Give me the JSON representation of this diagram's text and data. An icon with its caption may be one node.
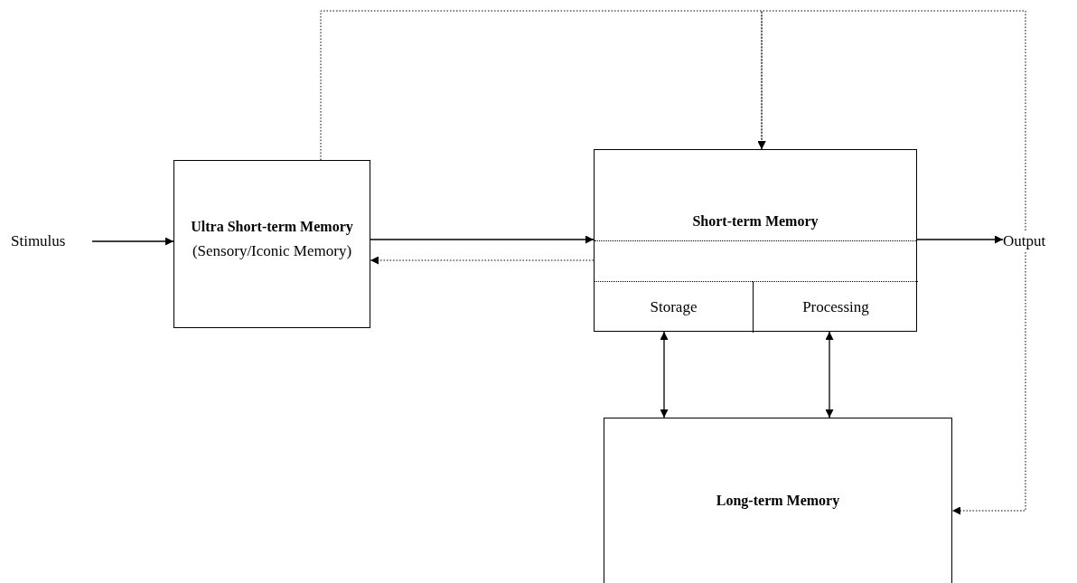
{
  "diagram": {
    "nodes": [
      {
        "text": [
          "Stimulus"
        ]
      },
      {
        "text": [
          "Ultra Short-term Memory",
          "(Sensory/Iconic Memory)"
        ]
      },
      {
        "text": [
          "Short-term Memory"
        ]
      },
      {
        "text": [
          "Storage"
        ],
        "in": 2
      },
      {
        "text": [
          "Processing"
        ],
        "in": 2
      },
      {
        "text": [
          "Output"
        ]
      },
      {
        "text": [
          "Long-term Memory"
        ]
      }
    ],
    "edges": [
      {
        "from": 0,
        "to": 1,
        "arrow": "to"
      },
      {
        "from": 1,
        "to": 2,
        "arrow": "to"
      },
      {
        "from": 2,
        "to": 1,
        "arrow": "to",
        "style": "dashed"
      },
      {
        "from": 1,
        "to": 2,
        "arrow": "to",
        "style": "dashed"
      },
      {
        "from": 5,
        "to": 2,
        "arrow": "to",
        "style": "dashed"
      },
      {
        "from": 2,
        "to": 5,
        "arrow": "to"
      },
      {
        "from": 5,
        "to": 6,
        "arrow": "to",
        "style": "dashed"
      },
      {
        "from": 3,
        "to": 6,
        "arrow": "both"
      },
      {
        "from": 4,
        "to": 6,
        "arrow": "both"
      }
    ]
  }
}
